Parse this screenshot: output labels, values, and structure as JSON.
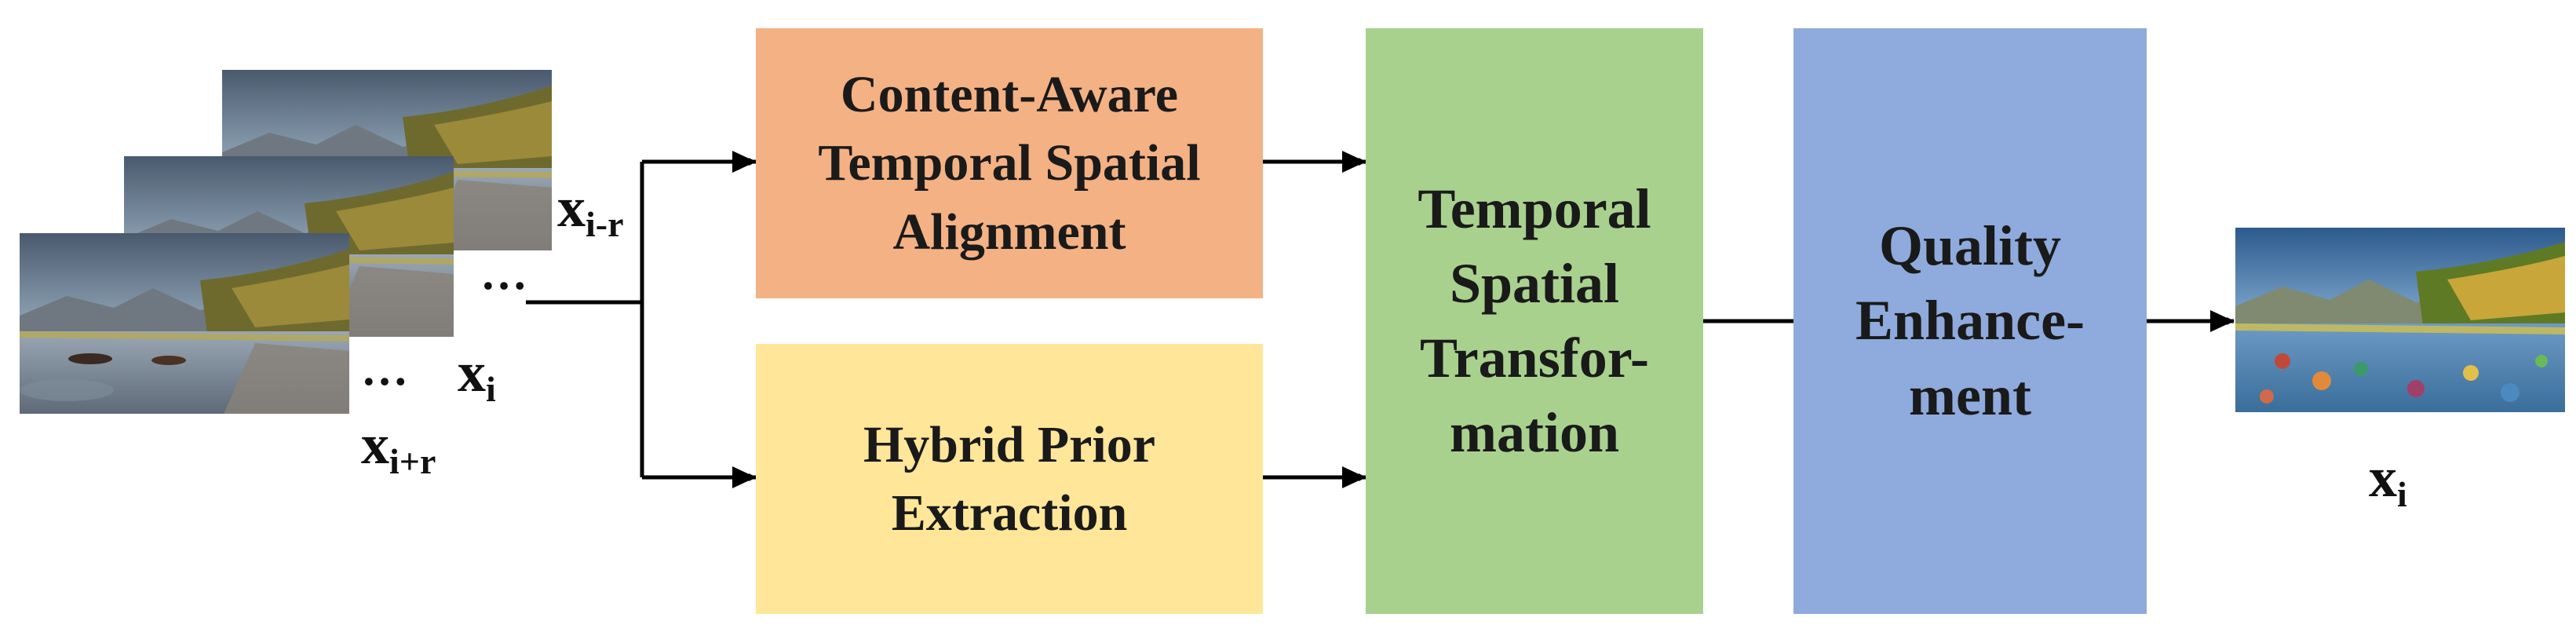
{
  "colors": {
    "alignment_block": "#f4b183",
    "prior_block": "#ffe699",
    "transformation_block": "#a9d18e",
    "enhancement_block": "#8faadc",
    "arrows": "#000000"
  },
  "input": {
    "label_prev": "x",
    "label_prev_sub": "i-r",
    "label_curr": "x",
    "label_curr_sub": "i",
    "label_next": "x",
    "label_next_sub": "i+r",
    "ellipsis_top": "…",
    "ellipsis_bottom": "…",
    "frame_image": "video-frame-landscape"
  },
  "blocks": {
    "alignment": "Content-Aware\nTemporal Spatial\nAlignment",
    "prior": "Hybrid Prior\nExtraction",
    "transformation": "Temporal\nSpatial\nTransfor-\nmation",
    "enhancement": "Quality\nEnhance-\nment"
  },
  "output": {
    "label": "x",
    "label_sub": "i",
    "frame_image": "enhanced-frame-landscape"
  }
}
